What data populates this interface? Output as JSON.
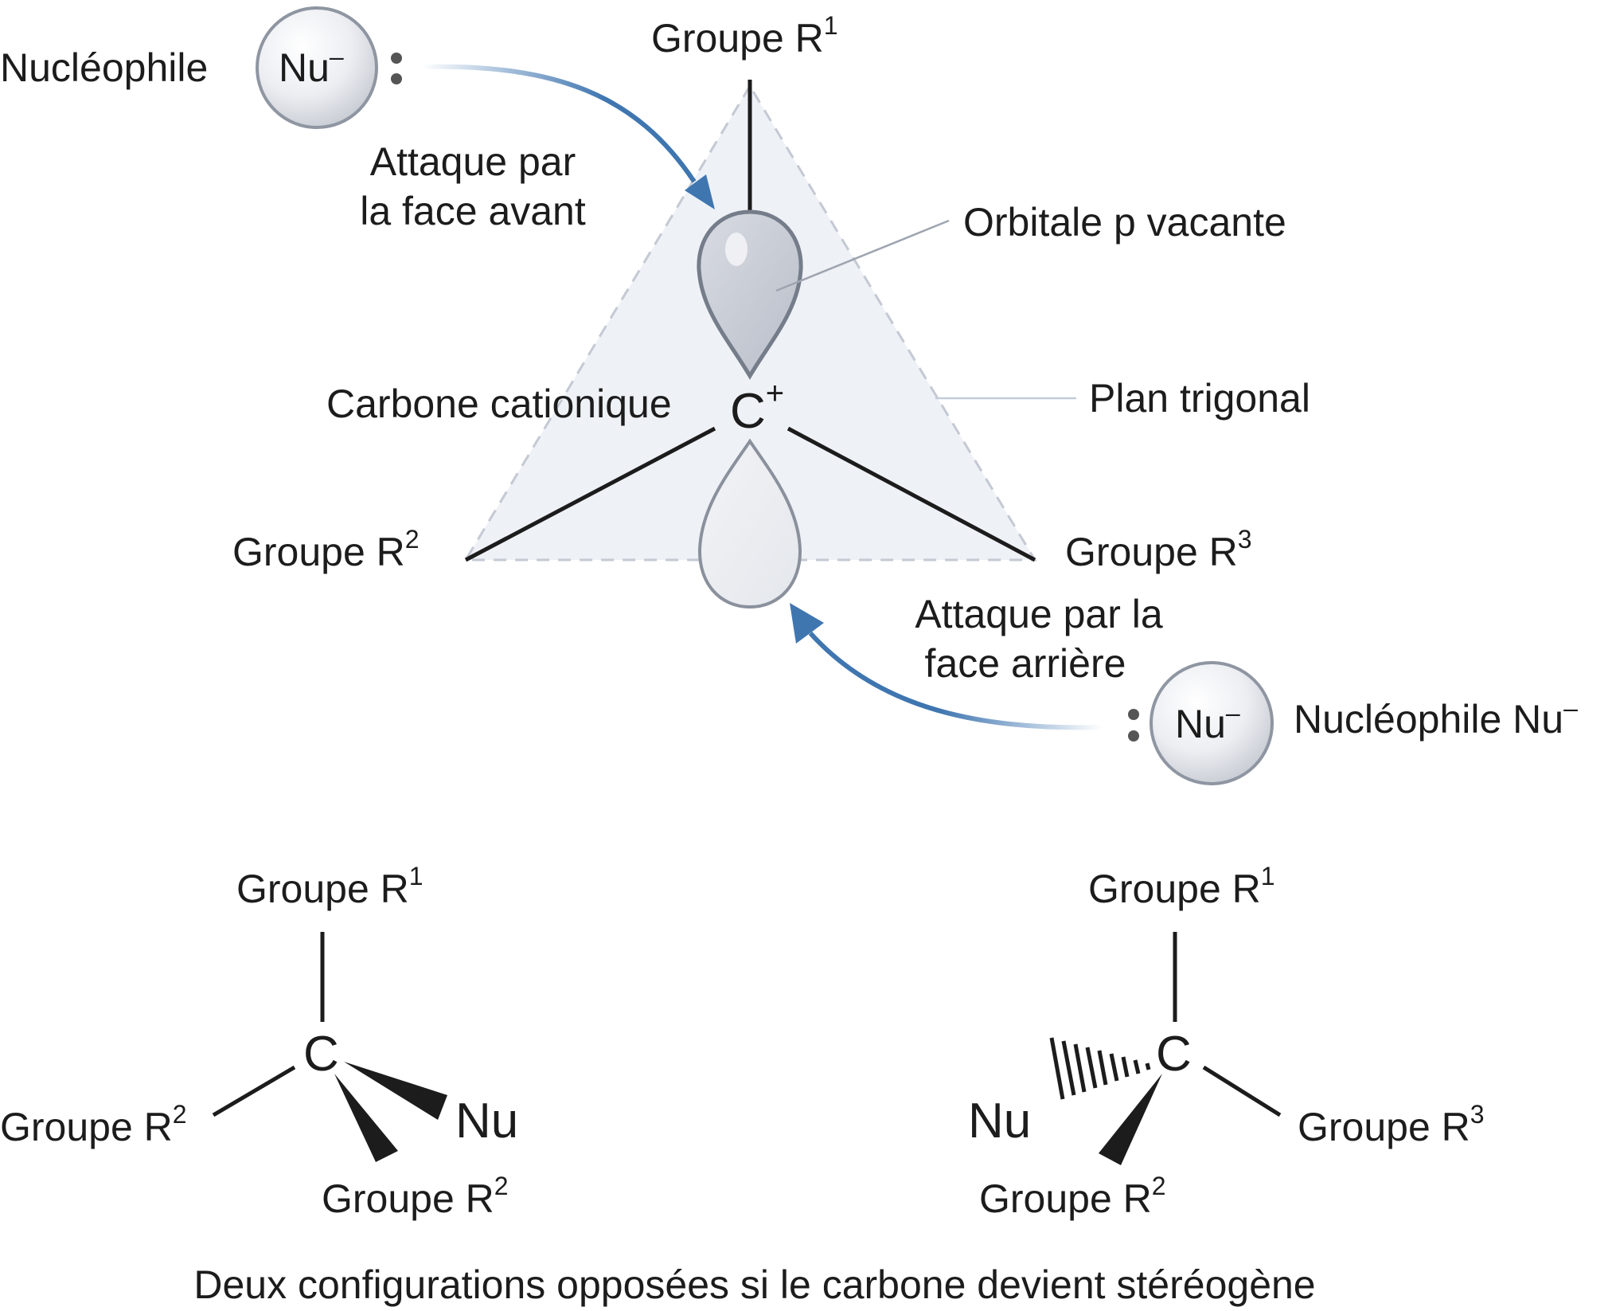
{
  "top": {
    "nucleophile_front_label": "Nucléophile",
    "nu_symbol": "Nu",
    "minus": "–",
    "group_r": "Groupe R",
    "sup_1": "1",
    "sup_2": "2",
    "sup_3": "3",
    "attack_front_line1": "Attaque par",
    "attack_front_line2": "la face avant",
    "orbital_label": "Orbitale p vacante",
    "cation_label": "Carbone cationique",
    "carbon_symbol": "C",
    "plus": "+",
    "plane_label": "Plan trigonal",
    "attack_back_line1": "Attaque par la",
    "attack_back_line2": "face arrière",
    "nucleophile_back_label": "Nucléophile Nu",
    "nucleophile_back_minus": "–"
  },
  "bottom": {
    "group_r": "Groupe R",
    "sup_1": "1",
    "sup_2": "2",
    "sup_3": "3",
    "carbon_symbol": "C",
    "nu_symbol": "Nu",
    "caption": "Deux configurations opposées si le carbone devient stéréogène"
  },
  "colors": {
    "arrow": "#3f76b0",
    "plane_fill": "#eef1f6",
    "orbital_fill": "#c3c8d2",
    "orbital_stroke": "#757d8a"
  }
}
